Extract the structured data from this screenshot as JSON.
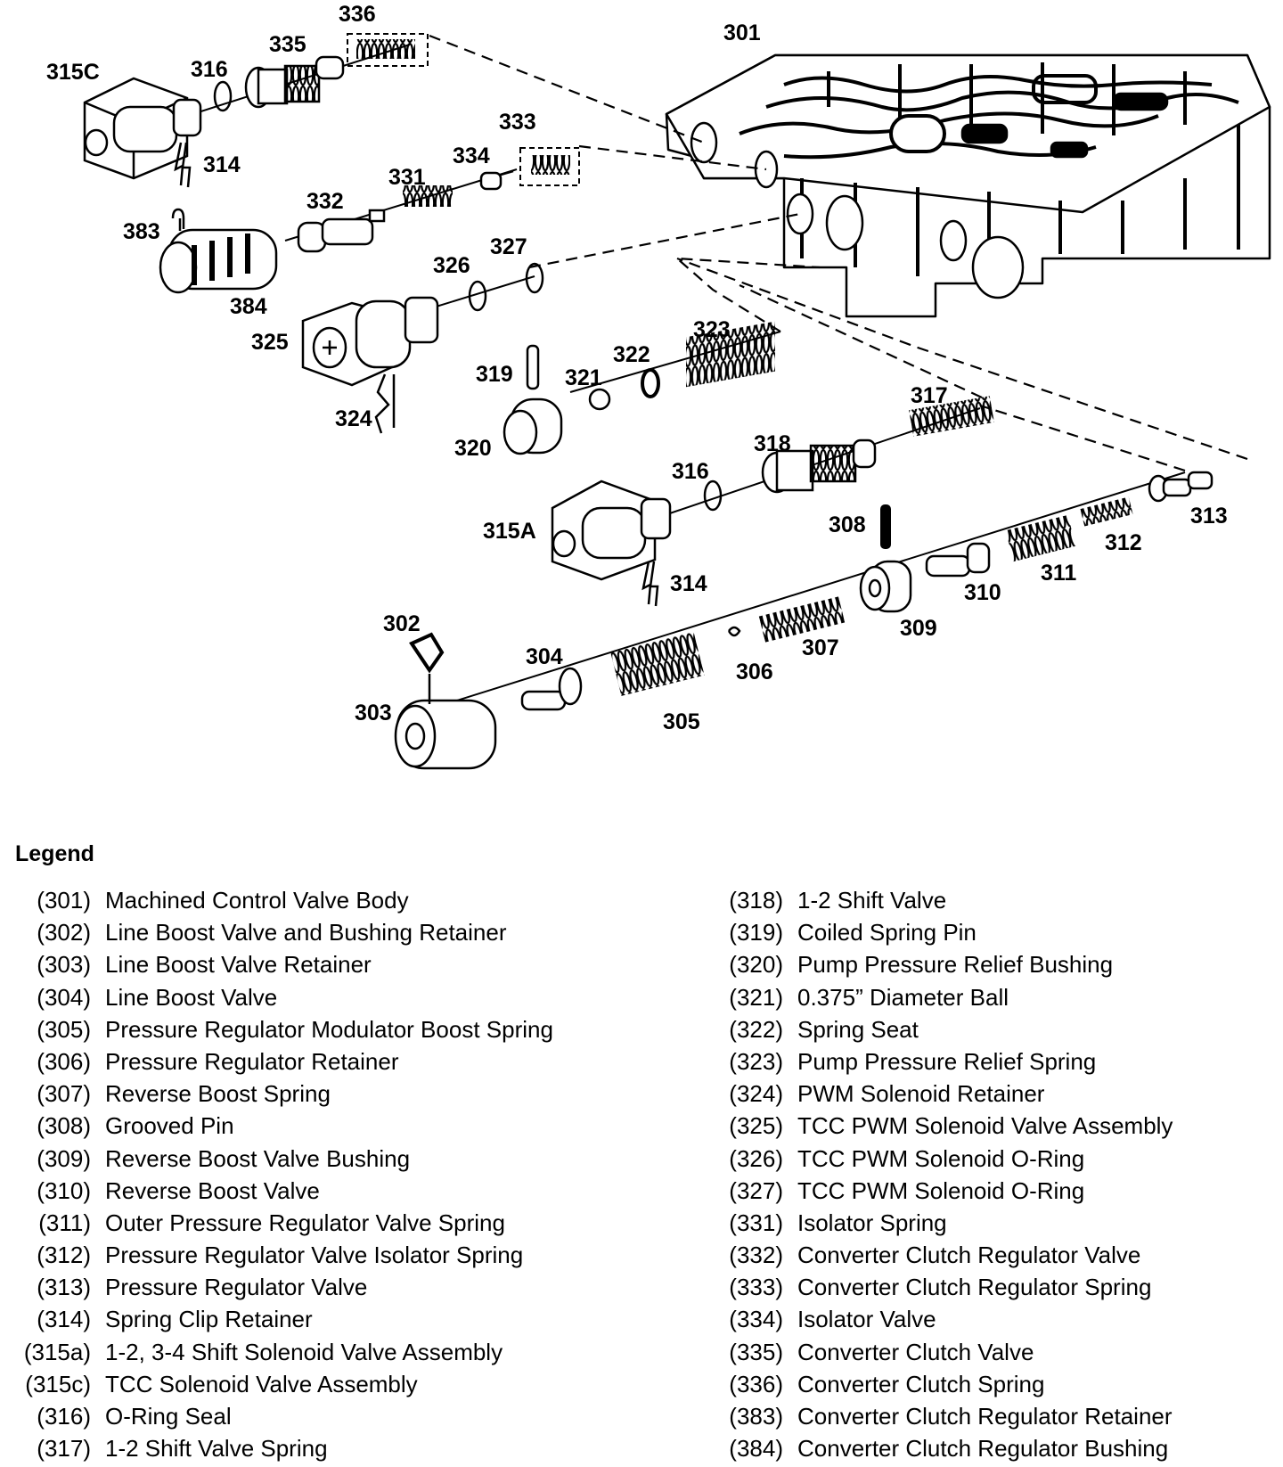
{
  "callouts": {
    "c301": "301",
    "c302": "302",
    "c303": "303",
    "c304": "304",
    "c305": "305",
    "c306": "306",
    "c307": "307",
    "c308": "308",
    "c309": "309",
    "c310": "310",
    "c311": "311",
    "c312": "312",
    "c313": "313",
    "c314a": "314",
    "c314b": "314",
    "c315a": "315A",
    "c315c": "315C",
    "c316a": "316",
    "c316b": "316",
    "c317": "317",
    "c318": "318",
    "c319": "319",
    "c320": "320",
    "c321": "321",
    "c322": "322",
    "c323": "323",
    "c324": "324",
    "c325": "325",
    "c326": "326",
    "c327": "327",
    "c331": "331",
    "c332": "332",
    "c333": "333",
    "c334": "334",
    "c335": "335",
    "c336": "336",
    "c383": "383",
    "c384": "384"
  },
  "legend": {
    "title": "Legend",
    "left": [
      {
        "num": "(301)",
        "text": "Machined Control Valve Body"
      },
      {
        "num": "(302)",
        "text": "Line Boost Valve and Bushing Retainer"
      },
      {
        "num": "(303)",
        "text": "Line Boost Valve Retainer"
      },
      {
        "num": "(304)",
        "text": "Line Boost Valve"
      },
      {
        "num": "(305)",
        "text": "Pressure Regulator Modulator Boost Spring"
      },
      {
        "num": "(306)",
        "text": "Pressure Regulator Retainer"
      },
      {
        "num": "(307)",
        "text": "Reverse Boost Spring"
      },
      {
        "num": "(308)",
        "text": "Grooved Pin"
      },
      {
        "num": "(309)",
        "text": "Reverse Boost Valve Bushing"
      },
      {
        "num": "(310)",
        "text": "Reverse Boost Valve"
      },
      {
        "num": "(311)",
        "text": "Outer Pressure Regulator Valve Spring"
      },
      {
        "num": "(312)",
        "text": "Pressure Regulator Valve Isolator Spring"
      },
      {
        "num": "(313)",
        "text": "Pressure Regulator Valve"
      },
      {
        "num": "(314)",
        "text": "Spring Clip Retainer"
      },
      {
        "num": "(315a)",
        "text": "1-2, 3-4 Shift Solenoid Valve Assembly"
      },
      {
        "num": "(315c)",
        "text": "TCC Solenoid Valve Assembly"
      },
      {
        "num": "(316)",
        "text": "O-Ring Seal"
      },
      {
        "num": "(317)",
        "text": "1-2 Shift Valve Spring"
      }
    ],
    "right": [
      {
        "num": "(318)",
        "text": "1-2 Shift Valve"
      },
      {
        "num": "(319)",
        "text": "Coiled Spring Pin"
      },
      {
        "num": "(320)",
        "text": "Pump Pressure Relief Bushing"
      },
      {
        "num": "(321)",
        "text": "0.375” Diameter Ball"
      },
      {
        "num": "(322)",
        "text": "Spring Seat"
      },
      {
        "num": "(323)",
        "text": "Pump Pressure Relief Spring"
      },
      {
        "num": "(324)",
        "text": "PWM Solenoid Retainer"
      },
      {
        "num": "(325)",
        "text": "TCC PWM Solenoid Valve Assembly"
      },
      {
        "num": "(326)",
        "text": "TCC PWM Solenoid O-Ring"
      },
      {
        "num": "(327)",
        "text": "TCC PWM Solenoid O-Ring"
      },
      {
        "num": "(331)",
        "text": "Isolator Spring"
      },
      {
        "num": "(332)",
        "text": "Converter Clutch Regulator Valve"
      },
      {
        "num": "(333)",
        "text": "Converter Clutch Regulator Spring"
      },
      {
        "num": "(334)",
        "text": "Isolator Valve"
      },
      {
        "num": "(335)",
        "text": "Converter Clutch Valve"
      },
      {
        "num": "(336)",
        "text": "Converter Clutch Spring"
      },
      {
        "num": "(383)",
        "text": "Converter Clutch Regulator Retainer"
      },
      {
        "num": "(384)",
        "text": "Converter Clutch Regulator Bushing"
      }
    ]
  }
}
